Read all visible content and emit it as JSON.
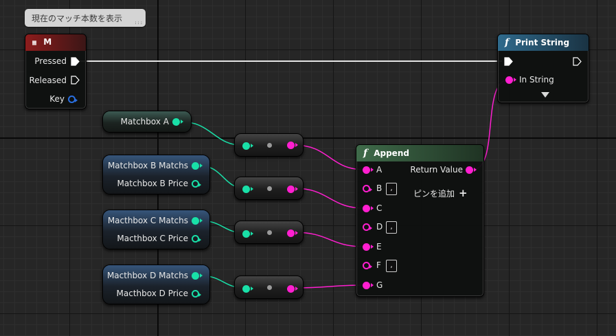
{
  "comment": {
    "text": "現在のマッチ本数を表示"
  },
  "key_node": {
    "title": "M",
    "pins": {
      "pressed": "Pressed",
      "released": "Released",
      "key": "Key"
    }
  },
  "print_node": {
    "title": "Print String",
    "pins": {
      "in_string": "In String"
    }
  },
  "append_node": {
    "title": "Append",
    "pins": {
      "a": "A",
      "b": "B",
      "c": "C",
      "d": "D",
      "e": "E",
      "f": "F",
      "g": "G",
      "return_value": "Return Value",
      "add_pin": "ピンを追加",
      "add_pin_icon": "+"
    },
    "separator_values": {
      "b": ",",
      "d": ",",
      "f": ","
    }
  },
  "variables": {
    "matchbox_a": "Matchbox A",
    "matchbox_b_matchs": "Matchbox B Matchs",
    "matchbox_b_price": "Matchbox B Price",
    "macthbox_c_matchs": "Macthbox C Matchs",
    "macthbox_c_price": "Macthbox C Price",
    "macthbox_d_matchs": "Macthbox D Matchs",
    "macthbox_d_price": "Macthbox D Price"
  },
  "icons": {
    "function": "function-icon",
    "keyboard": "keyboard-icon",
    "exec": "exec-pin-icon",
    "expand": "expand-arrow-icon"
  },
  "colors": {
    "exec_wire": "#ffffff",
    "int_wire": "#19e0a8",
    "string_wire": "#ff1fd0",
    "key_pin": "#2a6fe0",
    "event_header": "#8d1c1c",
    "function_header": "#2f6a8c",
    "pure_function_header": "#3f6b4a"
  }
}
